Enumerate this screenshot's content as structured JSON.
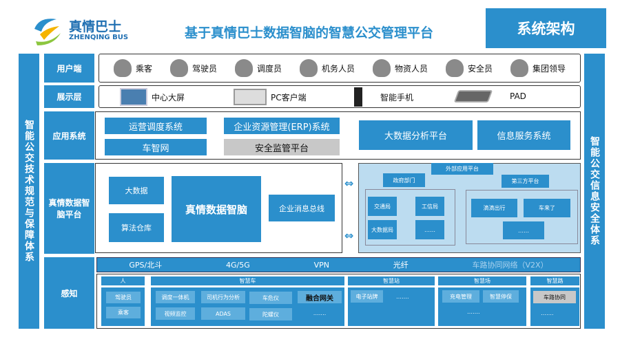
{
  "logo": {
    "cn": "真情巴士",
    "en": "ZHENQING BUS"
  },
  "title": "基于真情巴士数据智脑的智慧公交管理平台",
  "section_tag": "系统架构",
  "left_bar": "智能公交技术规范与保障体系",
  "right_bar": "智能公交信息安全体系",
  "rows": {
    "users": "用户端",
    "display": "展示层",
    "apps": "应用系统",
    "brain": "真情数据智脑平台",
    "sense": "感知"
  },
  "users": [
    {
      "label": "乘客"
    },
    {
      "label": "驾驶员"
    },
    {
      "label": "调度员"
    },
    {
      "label": "机务人员"
    },
    {
      "label": "物资人员"
    },
    {
      "label": "安全员"
    },
    {
      "label": "集团领导"
    }
  ],
  "display": [
    {
      "label": "中心大屏"
    },
    {
      "label": "PC客户端"
    },
    {
      "label": "智能手机"
    },
    {
      "label": "PAD"
    }
  ],
  "apps": {
    "ops": "运营调度系统",
    "erp": "企业资源管理(ERP)系统",
    "cheZhiWang": "车智网",
    "safety": "安全监管平台",
    "bigdata": "大数据分析平台",
    "info": "信息服务系统"
  },
  "brain": {
    "bigdata": "大数据",
    "algo": "算法仓库",
    "core": "真情数据智脑",
    "bus": "企业消息总线"
  },
  "external": {
    "title": "外部应用平台",
    "gov": "政府部门",
    "third": "第三方平台",
    "gov_items": [
      "交通局",
      "工信局",
      "大数据局",
      "……"
    ],
    "third_items": [
      "滴滴出行",
      "车来了",
      "……"
    ]
  },
  "network": [
    "GPS/北斗",
    "4G/5G",
    "VPN",
    "光纤",
    "车路协同网络（V2X）"
  ],
  "sense": {
    "person": {
      "title": "人",
      "items": [
        "驾驶员",
        "乘客"
      ]
    },
    "car": {
      "title": "智慧车",
      "items": [
        "调度一体机",
        "司机行为分析",
        "车危仪",
        "融合网关",
        "视频监控",
        "ADAS",
        "陀螺仪",
        "……."
      ]
    },
    "station": {
      "title": "智慧站",
      "items": [
        "电子站牌",
        "……."
      ]
    },
    "yard": {
      "title": "智慧场",
      "items": [
        "充电管理",
        "智慧停保",
        "……."
      ]
    },
    "road": {
      "title": "智慧路",
      "items": [
        "车路协同",
        "……."
      ]
    }
  }
}
